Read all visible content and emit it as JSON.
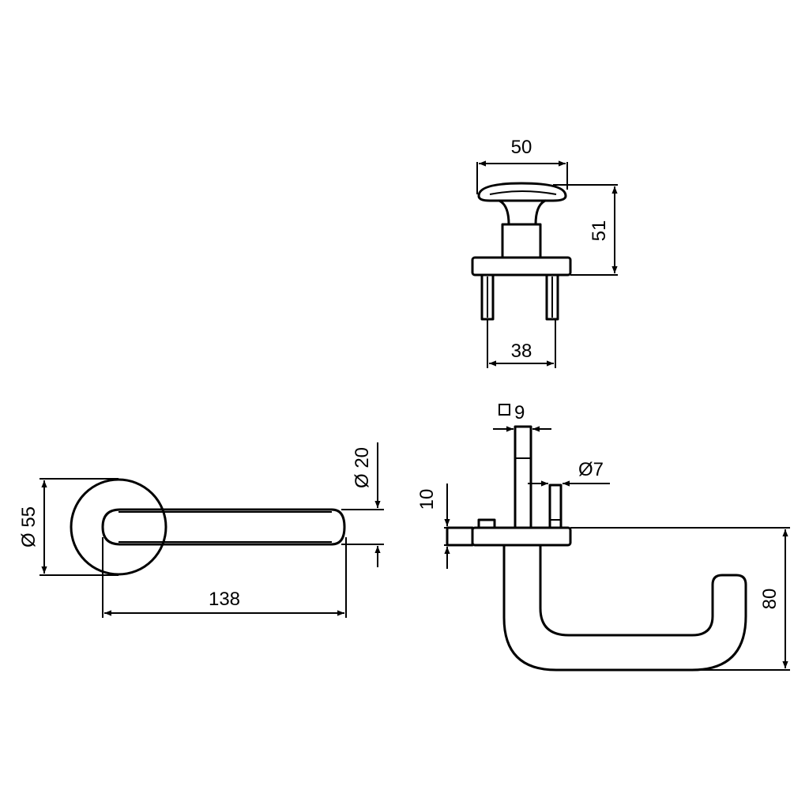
{
  "dimensions": {
    "knob_width": "50",
    "knob_height": "51",
    "pin_spacing": "38",
    "rose_diameter": "Ø 55",
    "lever_diameter": "Ø 20",
    "lever_length": "138",
    "spindle_square": "9",
    "pin_diameter": "Ø7",
    "rose_thickness": "10",
    "lever_projection": "80"
  },
  "colors": {
    "line": "#000000",
    "background": "#ffffff"
  }
}
